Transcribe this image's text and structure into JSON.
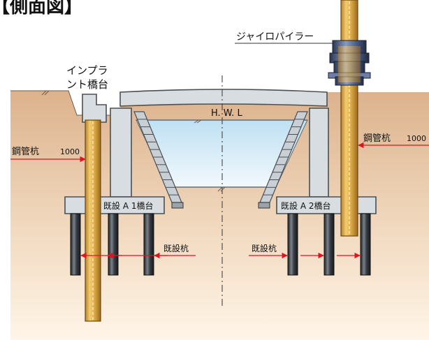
{
  "title_fragment": "【側面図】",
  "labels": {
    "gyro_piler": "ジャイロパイラー",
    "implant_1": "インプラ",
    "implant_2": "ント橋台",
    "hwl": "H. W. L",
    "steel_pipe_left": "鋼管杭",
    "steel_pipe_left_dim": "1000",
    "steel_pipe_right": "鋼管杭",
    "steel_pipe_right_dim": "1000",
    "abutment_a1": "既設 A 1橋台",
    "abutment_a2": "既設 A 2橋台",
    "existing_pile_left": "既設杭",
    "existing_pile_right": "既設杭"
  },
  "colors": {
    "soil_top": "#dcb28c",
    "soil_bottom": "#fff5e8",
    "water_top": "#bfe0f2",
    "water_bottom": "#f2f9fd",
    "concrete": "#d7dde1",
    "concrete_edge": "#4a4f54",
    "steel_pile": "#e5b24a",
    "steel_pile_edge": "#6b4a12",
    "existing_pile": "#2f3338",
    "arrow_red": "#e0141e",
    "machine_blue": "#3c4e78"
  }
}
